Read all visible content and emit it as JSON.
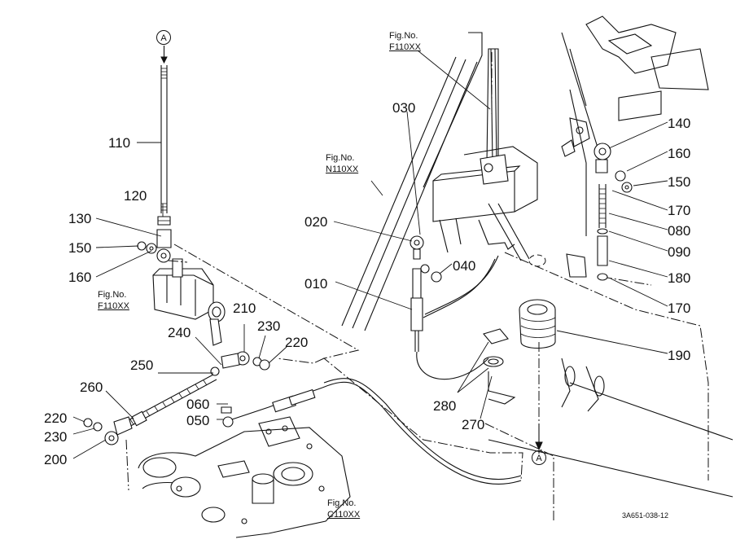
{
  "diagram": {
    "part_numbers": {
      "p010": "010",
      "p020": "020",
      "p030": "030",
      "p040": "040",
      "p050": "050",
      "p060": "060",
      "p080": "080",
      "p090": "090",
      "p110": "110",
      "p120": "120",
      "p130": "130",
      "p140": "140",
      "p150_left": "150",
      "p150_right": "150",
      "p160_left": "160",
      "p160_right": "160",
      "p170_top": "170",
      "p170_bottom": "170",
      "p180": "180",
      "p190": "190",
      "p200": "200",
      "p210": "210",
      "p220_left": "220",
      "p220_right": "220",
      "p230_left": "230",
      "p230_right": "230",
      "p240": "240",
      "p250": "250",
      "p260": "260",
      "p270": "270",
      "p280": "280"
    },
    "figure_refs": {
      "f110_top": {
        "prefix": "Fig.No.",
        "code": "F110XX"
      },
      "n110": {
        "prefix": "Fig.No.",
        "code": "N110XX"
      },
      "f110_left": {
        "prefix": "Fig.No.",
        "code": "F110XX"
      },
      "c110": {
        "prefix": "Fig.No.",
        "code": "C110XX"
      }
    },
    "connector_marks": {
      "top": "A",
      "bottom": "A"
    },
    "drawing_number": "3A651-038-12"
  }
}
